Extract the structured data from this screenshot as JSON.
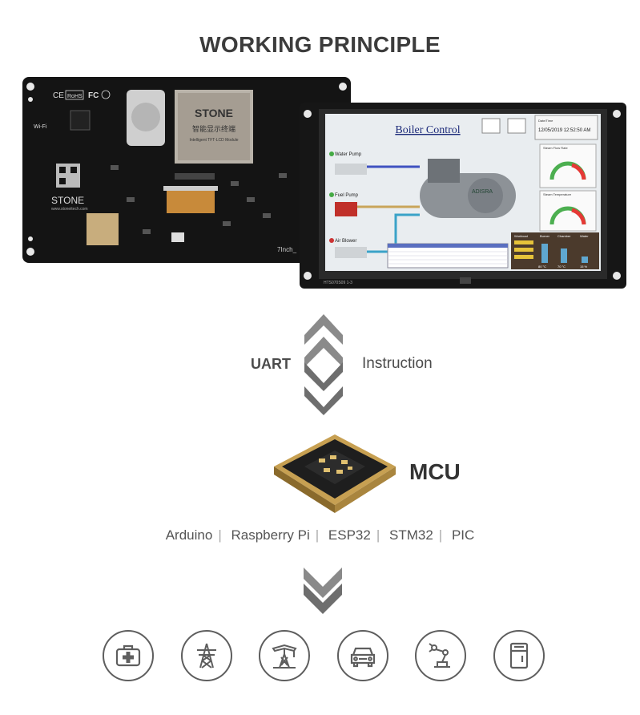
{
  "header": {
    "title": "WORKING PRINCIPLE"
  },
  "pcb": {
    "logo_text": "STONE",
    "website": "www.stoneitech.com",
    "chip_brand": "STONE",
    "chip_sub": "智能显示终端",
    "chip_small": "Intelligent TFT-LCD Module",
    "cert_ce": "CE",
    "cert_rohs": "RoHS",
    "cert_fc": "FC",
    "wifi": "Wi-Fi",
    "model_text": "7Inch_"
  },
  "screen": {
    "title": "Boiler Control",
    "date_label": "Date/Time",
    "date_value": "12/05/2019 12:52:50 AM",
    "water_pump": "Water Pump",
    "fuel_pump": "Fuel Pump",
    "air_blower": "Air Blower",
    "brand": "ADISRA",
    "gauge1": "Steam Flow Rate",
    "gauge2": "Steam Temperature",
    "bars_workload": "Workload",
    "bars_burner": "Burner",
    "bars_chamber": "Chamber",
    "bars_water": "Water",
    "val1": "80 °C",
    "val2": "70 °C",
    "val3": "15 %",
    "model": "HTS070S09 1-3"
  },
  "flow": {
    "uart": "UART",
    "instruction": "Instruction"
  },
  "mcu": {
    "label": "MCU"
  },
  "boards": [
    "Arduino",
    "Raspberry Pi",
    "ESP32",
    "STM32",
    "PIC"
  ],
  "colors": {
    "title": "#3c3c3c",
    "arrow": "#707070",
    "pcb": "#151515",
    "icon": "#5e5e5e"
  },
  "applications": [
    "medical-icon",
    "power-tower-icon",
    "oil-pump-icon",
    "car-icon",
    "robot-arm-icon",
    "appliance-icon"
  ]
}
